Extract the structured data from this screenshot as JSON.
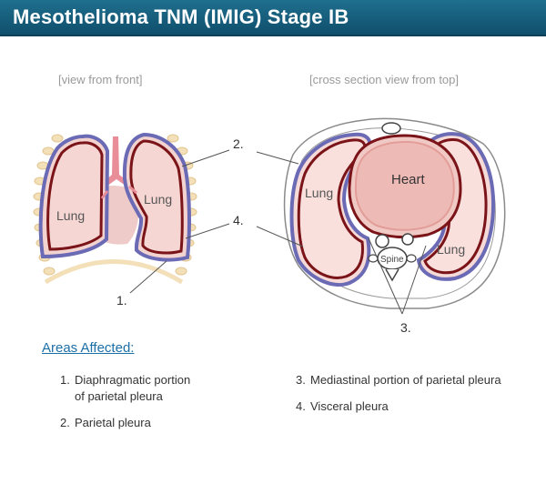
{
  "header": {
    "title": "Mesothelioma TNM (IMIG) Stage IB"
  },
  "views": {
    "front": "[view from front]",
    "top": "[cross section view from top]"
  },
  "labels": {
    "lung": "Lung",
    "heart": "Heart",
    "spine": "Spine",
    "callouts": {
      "one": "1.",
      "two": "2.",
      "three": "3.",
      "four": "4."
    }
  },
  "areas": {
    "title": "Areas Affected:",
    "left": [
      {
        "num": "1.",
        "text": "Diaphragmatic portion\nof parietal pleura"
      },
      {
        "num": "2.",
        "text": "Parietal pleura"
      }
    ],
    "right": [
      {
        "num": "3.",
        "text": "Mediastinal portion of parietal pleura"
      },
      {
        "num": "4.",
        "text": "Visceral pleura"
      }
    ]
  },
  "colors": {
    "header": "#155f7f",
    "lung_fill": "#f6d2cf",
    "visceral_pleura": "#7a1418",
    "parietal_pleura": "#6b6ab5",
    "heart_fill": "#eebab6",
    "rib": "#f3dfb8",
    "areas_title": "#1d6fa8"
  }
}
